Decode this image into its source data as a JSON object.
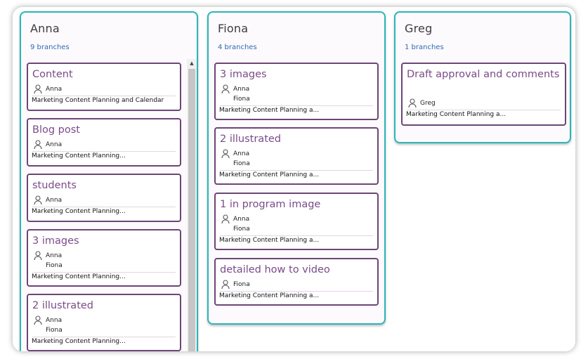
{
  "columns": [
    {
      "name": "Anna",
      "count": "9 branches",
      "cards": [
        {
          "title": "Content",
          "people": "Anna",
          "plan": "Marketing Content Planning and Calendar"
        },
        {
          "title": "Blog post",
          "people": "Anna",
          "plan": "Marketing Content Planning..."
        },
        {
          "title": "students",
          "people": "Anna",
          "plan": "Marketing Content Planning..."
        },
        {
          "title": "3 images",
          "people": "Anna\nFiona",
          "plan": "Marketing Content Planning..."
        },
        {
          "title": "2 illustrated",
          "people": "Anna\nFiona",
          "plan": "Marketing Content Planning..."
        }
      ]
    },
    {
      "name": "Fiona",
      "count": "4 branches",
      "cards": [
        {
          "title": "3 images",
          "people": "Anna\nFiona",
          "plan": "Marketing Content Planning a..."
        },
        {
          "title": "2 illustrated",
          "people": "Anna\nFiona",
          "plan": "Marketing Content Planning a..."
        },
        {
          "title": "1 in program image",
          "people": "Anna\nFiona",
          "plan": "Marketing Content Planning a..."
        },
        {
          "title": "detailed how to video",
          "people": "Fiona",
          "plan": "Marketing Content Planning a..."
        }
      ]
    },
    {
      "name": "Greg",
      "count": "1 branches",
      "cards": [
        {
          "title": "Draft approval and comments",
          "people": "Greg",
          "plan": "Marketing Content Planning a..."
        }
      ]
    }
  ],
  "colors": {
    "column_border": "#2bb5b8",
    "card_border": "#6c4675",
    "card_title": "#7b4b8a",
    "count_text": "#2b6cb0"
  },
  "icons": {
    "person": "person-icon",
    "scroll_up": "scroll-up-arrow-icon"
  }
}
